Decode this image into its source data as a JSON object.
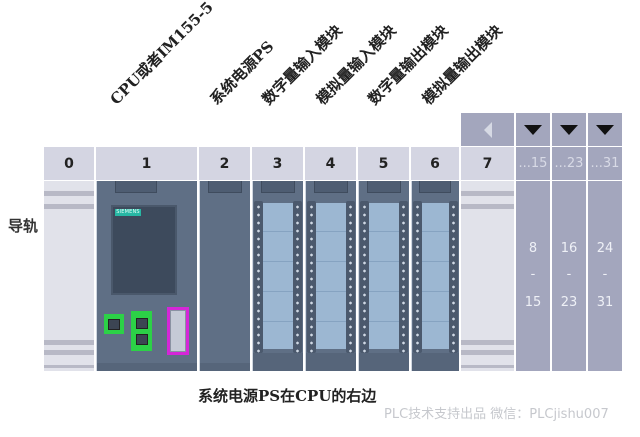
{
  "module_labels": [
    {
      "slot": 1,
      "text": "CPU或者IM155-5"
    },
    {
      "slot": 2,
      "text": "系统电源PS"
    },
    {
      "slot": 3,
      "text": "数字量输入模块"
    },
    {
      "slot": 4,
      "text": "模拟量输入模块"
    },
    {
      "slot": 5,
      "text": "数字量输出模块"
    },
    {
      "slot": 6,
      "text": "模拟量输出模块"
    }
  ],
  "nav": {
    "scroll_left_icon": "triangle-left-icon",
    "expand_icons": [
      "triangle-down-icon",
      "triangle-down-icon",
      "triangle-down-icon"
    ]
  },
  "slots": {
    "s0": "0",
    "s1": "1",
    "s2": "2",
    "s3": "3",
    "s4": "4",
    "s5": "5",
    "s6": "6",
    "s7": "7",
    "e15": "...15",
    "e23": "...23",
    "e31": "...31"
  },
  "ext_ranges": [
    {
      "from": "8",
      "dash": "-",
      "to": "15"
    },
    {
      "from": "16",
      "dash": "-",
      "to": "23"
    },
    {
      "from": "24",
      "dash": "-",
      "to": "31"
    }
  ],
  "rail_label": "导轨",
  "cpu": {
    "brand": "SIEMENS"
  },
  "caption": "系统电源PS在CPU的右边",
  "watermark": "PLC技术支持出品  微信：PLCjishu007",
  "colors": {
    "module_body": "#5f6f85",
    "io_panel": "#9cb7d2",
    "header_bg": "#d4d5e2",
    "ext_bg": "#a3a6bd",
    "profinet_port": "#2cd147",
    "dsub_port": "#d526d8",
    "siemens_badge": "#27b7a4"
  }
}
